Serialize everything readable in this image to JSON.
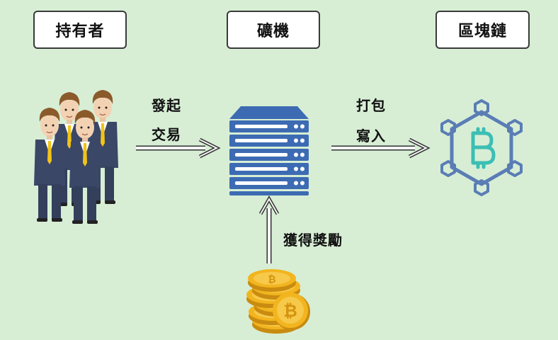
{
  "stages": {
    "holders": "持有者",
    "miners": "礦機",
    "blockchain": "區塊鏈"
  },
  "arrows": {
    "initiate_line1": "發起",
    "initiate_line2": "交易",
    "pack_line1": "打包",
    "pack_line2": "寫入",
    "reward": "獲得獎勵"
  },
  "icons": {
    "people": "group-of-businessmen-icon",
    "server": "server-rack-icon",
    "chain": "blockchain-network-icon",
    "coins": "bitcoin-coin-stack-icon"
  },
  "colors": {
    "background": "#d7eed5",
    "server_blue": "#3d6bb3",
    "chain_blue": "#5b7db5",
    "bitcoin_teal": "#3bbfb4",
    "coin_gold": "#f2b51f",
    "suit": "#3b4766",
    "tie": "#f0c419"
  }
}
